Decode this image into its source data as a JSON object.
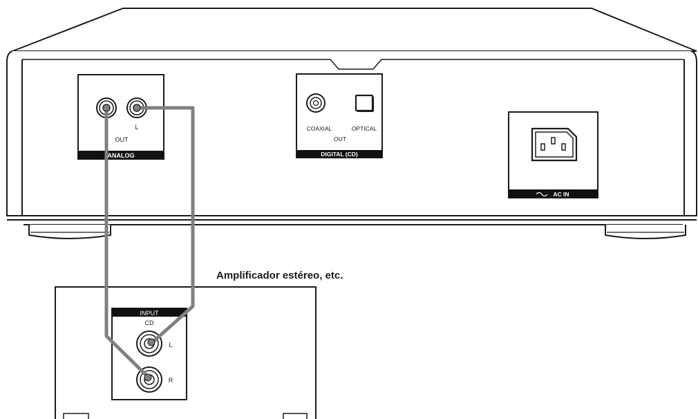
{
  "analog_panel": {
    "port_left_label": "L",
    "out_label": "OUT",
    "section_label": "ANALOG"
  },
  "digital_panel": {
    "coaxial_label": "COAXIAL",
    "optical_label": "OPTICAL",
    "out_label": "OUT",
    "section_label": "DIGITAL (CD)"
  },
  "power_panel": {
    "section_label": "AC IN",
    "symbol": "~"
  },
  "amplifier": {
    "caption": "Amplificador estéreo, etc.",
    "input_label": "INPUT",
    "cd_label": "CD",
    "left_label": "L",
    "right_label": "R"
  },
  "colors": {
    "cable": "#808080",
    "line": "#1a1a1a",
    "label_bar": "#111111"
  }
}
